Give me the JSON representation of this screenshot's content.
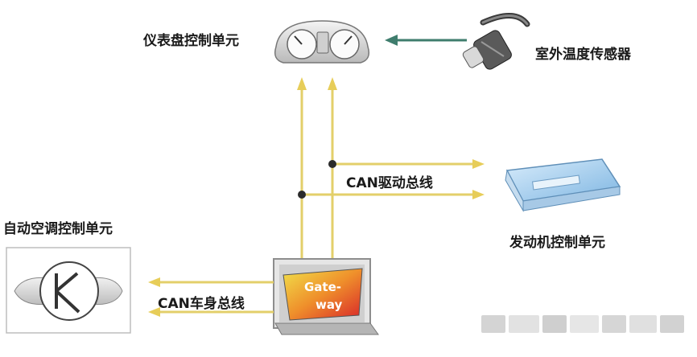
{
  "labels": {
    "instrument_cluster": "仪表盘控制单元",
    "outside_temp_sensor": "室外温度传感器",
    "can_drive_bus": "CAN驱动总线",
    "engine_control_unit": "发动机控制单元",
    "auto_ac_control_unit": "自动空调控制单元",
    "can_body_bus": "CAN车身总线"
  },
  "gateway": {
    "line1": "Gate-",
    "line2": "way"
  },
  "colors": {
    "bus_line": "#e3cf6a",
    "arrow_head": "#e7cd59",
    "sensor_arrow": "#3f7d6d",
    "junction": "#2b2b2b",
    "ecu_blue": "#7fb6e2"
  }
}
